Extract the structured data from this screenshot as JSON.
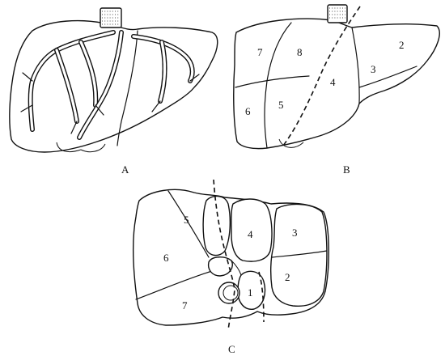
{
  "panels": {
    "a": {
      "label": "A"
    },
    "b": {
      "label": "B",
      "segments": [
        "7",
        "8",
        "4",
        "2",
        "3",
        "6",
        "5"
      ]
    },
    "c": {
      "label": "C",
      "segments": [
        "5",
        "4",
        "3",
        "6",
        "2",
        "1",
        "7"
      ]
    }
  }
}
